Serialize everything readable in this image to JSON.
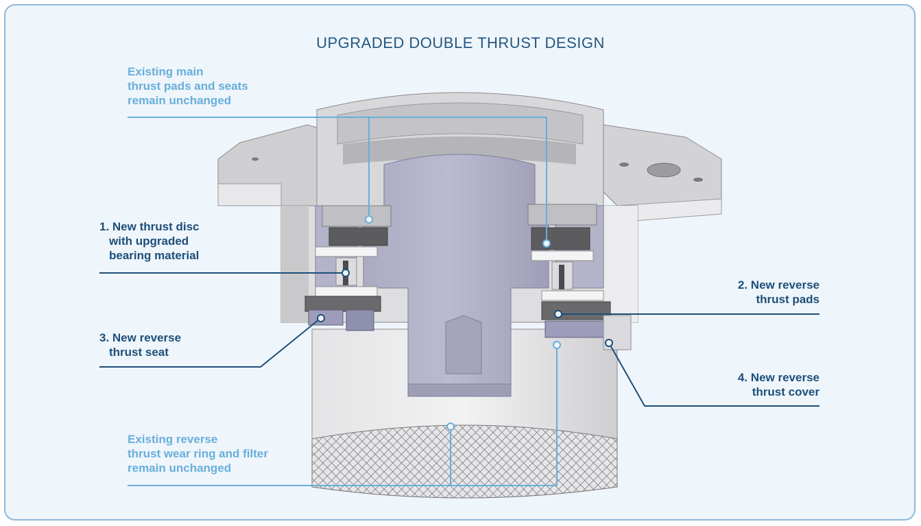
{
  "title": "UPGRADED DOUBLE THRUST DESIGN",
  "callouts": {
    "existing_main": {
      "lines": [
        "Existing main",
        "thrust pads and seats",
        "remain unchanged"
      ],
      "color": "#68aedb"
    },
    "new_thrust_disc": {
      "lines": [
        "1. New thrust disc",
        "with upgraded",
        "bearing material"
      ],
      "color": "#1d4e78"
    },
    "new_reverse_thrust_pads": {
      "lines": [
        "2. New reverse",
        "thrust pads"
      ],
      "color": "#1d4e78"
    },
    "new_reverse_thrust_seat": {
      "lines": [
        "3. New reverse",
        "thrust seat"
      ],
      "color": "#1d4e78"
    },
    "new_reverse_thrust_cover": {
      "lines": [
        "4. New reverse",
        "thrust cover"
      ],
      "color": "#1d4e78"
    },
    "existing_reverse": {
      "lines": [
        "Existing reverse",
        "thrust wear ring and filter",
        "remain unchanged"
      ],
      "color": "#68aedb"
    }
  },
  "colors": {
    "panel_border": "#8fb8d9",
    "panel_background": "#eef5fb",
    "metal_light": "#d9d9dc",
    "metal_mid": "#b9b9bd",
    "section_cut": "#a9a9c6",
    "dark_parts": "#5c5c5e"
  }
}
